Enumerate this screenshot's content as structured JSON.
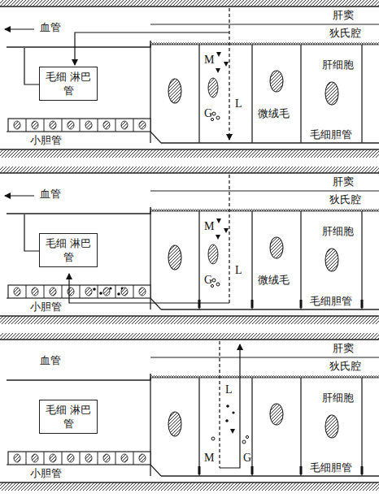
{
  "diagram": {
    "nodes": [
      {
        "text": [
          "毛细 淋巴管"
        ]
      },
      {
        "text": [
          "毛细 淋巴管"
        ]
      },
      {
        "text": [
          "毛细 淋巴管"
        ]
      }
    ],
    "labels": [
      "血管",
      "肝窦",
      "狄氏腔",
      "肝细胞",
      "M",
      "G",
      "L",
      "微绒毛",
      "小胆管",
      "毛细胆管",
      "血管",
      "肝窦",
      "狄氏腔",
      "肝细胞",
      "M",
      "G",
      "L",
      "微绒毛",
      "小胆管",
      "毛细胆管",
      "血管",
      "肝窦",
      "狄氏腔",
      "肝细胞",
      "L",
      "M",
      "G",
      "小胆管",
      "毛细胆管"
    ]
  }
}
